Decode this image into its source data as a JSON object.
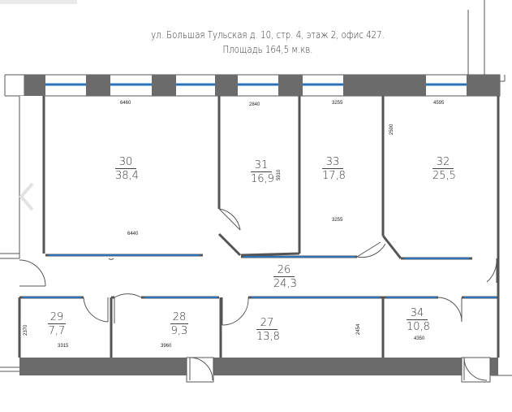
{
  "header": {
    "address": "ул. Большая Тульская д. 10, стр. 4, этаж 2,  офис 427.",
    "area": "Площадь 164,5 м.кв."
  },
  "rooms": [
    {
      "id": "30",
      "area": "38,4"
    },
    {
      "id": "31",
      "area": "16,9"
    },
    {
      "id": "33",
      "area": "17,8"
    },
    {
      "id": "32",
      "area": "25,5"
    },
    {
      "id": "26",
      "area": "24,3"
    },
    {
      "id": "29",
      "area": "7,7"
    },
    {
      "id": "28",
      "area": "9,3"
    },
    {
      "id": "27",
      "area": "13,8"
    },
    {
      "id": "34",
      "area": "10,8"
    }
  ],
  "dimensions": {
    "r30_top": "6460",
    "r30_side": "6440",
    "r31_top": "2840",
    "r31_side": "5910",
    "r33_top": "3255",
    "r33_bottom": "3255",
    "r32_top": "4595",
    "r32_side": "2500",
    "r29_side": "2370",
    "r29_bottom": "3315",
    "r28_bottom": "3960",
    "r27_side": "2454",
    "r34_bottom": "4350"
  },
  "colors": {
    "wall": "#6b6b6b",
    "window": "#2a73b8",
    "line": "#333333"
  },
  "icons": {
    "nav": "chevron-left-icon"
  }
}
